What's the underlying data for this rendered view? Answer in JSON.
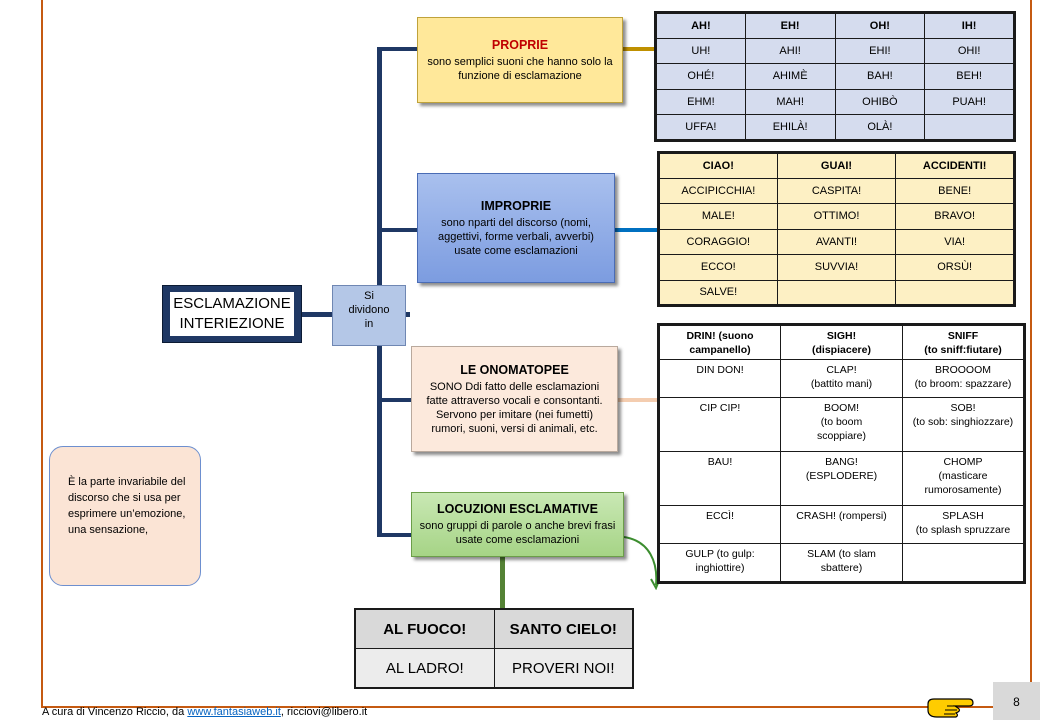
{
  "center": {
    "line1": "ESCLAMAZIONE",
    "line2": "INTERIEZIONE"
  },
  "si_dividono": {
    "line1": "Si",
    "line2": "dividono",
    "line3": "in"
  },
  "proprie": {
    "title": "PROPRIE",
    "desc": "sono semplici suoni che hanno solo la funzione di esclamazione"
  },
  "improprie": {
    "title": "IMPROPRIE",
    "desc": "sono nparti del discorso (nomi, aggettivi, forme verbali, avverbi) usate come esclamazioni"
  },
  "onomatopee": {
    "title": "LE ONOMATOPEE",
    "desc": "SONO Ddi fatto delle esclamazioni fatte attraverso vocali e consontanti. Servono per imitare (nei fumetti) rumori, suoni, versi di animali, etc."
  },
  "locuzioni": {
    "title": "LOCUZIONI ESCLAMATIVE",
    "desc": "sono gruppi di parole o anche brevi frasi usate come esclamazioni"
  },
  "note": "È la parte invariabile del discorso che si usa per esprimere un’emozione, una sensazione,",
  "table_proprie": {
    "header": [
      "AH!",
      "EH!",
      "OH!",
      "IH!"
    ],
    "rows": [
      [
        "UH!",
        "AHI!",
        "EHI!",
        "OHI!"
      ],
      [
        "OHÉ!",
        "AHIMÈ",
        "BAH!",
        "BEH!"
      ],
      [
        "EHM!",
        "MAH!",
        "OHIBÒ",
        "PUAH!"
      ],
      [
        "UFFA!",
        "EHILÀ!",
        "OLÀ!",
        ""
      ]
    ]
  },
  "table_improprie": {
    "header": [
      "CIAO!",
      "GUAI!",
      "ACCIDENTI!"
    ],
    "rows": [
      [
        "ACCIPICCHIA!",
        "CASPITA!",
        "BENE!"
      ],
      [
        "MALE!",
        "OTTIMO!",
        "BRAVO!"
      ],
      [
        "CORAGGIO!",
        "AVANTI!",
        "VIA!"
      ],
      [
        "ECCO!",
        "SUVVIA!",
        "ORSÙ!"
      ],
      [
        "SALVE!",
        "",
        ""
      ]
    ]
  },
  "table_onomatopee": {
    "header": [
      [
        "DRIN! (suono",
        "campanello)"
      ],
      [
        "SIGH!",
        "(dispiacere)"
      ],
      [
        "SNIFF",
        "(to sniff:fiutare)"
      ]
    ],
    "rows": [
      [
        [
          "DIN DON!"
        ],
        [
          "CLAP!",
          "(battito mani)"
        ],
        [
          "BROOOOM",
          "(to broom: spazzare)"
        ]
      ],
      [
        [
          "CIP CIP!"
        ],
        [
          "BOOM!",
          "(to boom",
          "scoppiare)"
        ],
        [
          "SOB!",
          "(to sob: singhiozzare)"
        ]
      ],
      [
        [
          "BAU!"
        ],
        [
          "BANG!",
          "(ESPLODERE)"
        ],
        [
          "CHOMP",
          "(masticare",
          "rumorosamente)"
        ]
      ],
      [
        [
          "ECCÌ!"
        ],
        [
          "CRASH! (rompersi)"
        ],
        [
          "SPLASH",
          "(to splash spruzzare"
        ]
      ],
      [
        [
          "GULP (to gulp:",
          "inghiottire)"
        ],
        [
          "SLAM (to slam",
          "sbattere)"
        ],
        [
          ""
        ]
      ]
    ]
  },
  "table_locuzioni": {
    "header": [
      "AL FUOCO!",
      "SANTO CIELO!"
    ],
    "rows": [
      [
        "AL LADRO!",
        "PROVERI NOI!"
      ]
    ]
  },
  "footer": {
    "prefix": "A cura di Vincenzo Riccio, da ",
    "link": "www.fantasiaweb.it",
    "suffix": ", ricciovi@libero.it"
  },
  "page_number": "8",
  "colors": {
    "frame": "#c55a11",
    "connector": "#1f3864",
    "proprie_line": "#bf9000",
    "improprie_line": "#0070c0",
    "onomatopee_line": "#f4cdb0",
    "locuzioni_line": "#548235"
  }
}
